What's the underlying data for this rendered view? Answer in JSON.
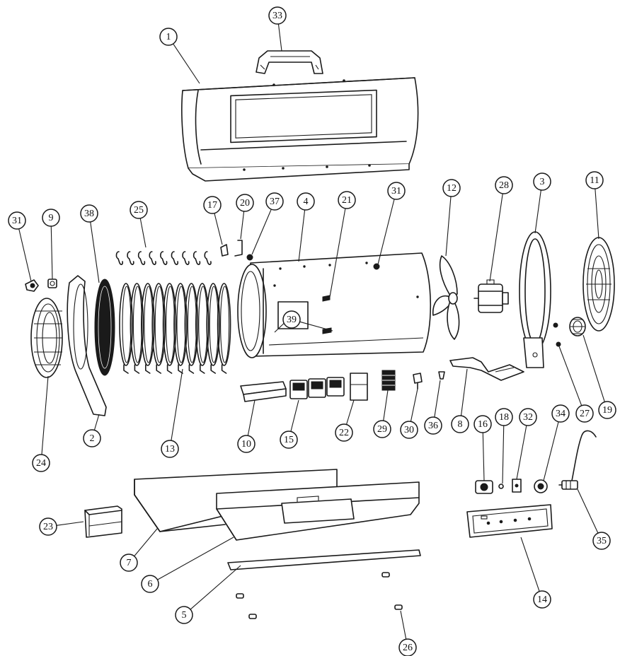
{
  "diagram": {
    "colors": {
      "ink": "#1a1a1a",
      "paper": "#ffffff"
    },
    "callouts": [
      {
        "id": "c1",
        "label": "1"
      },
      {
        "id": "c33",
        "label": "33"
      },
      {
        "id": "c31a",
        "label": "31"
      },
      {
        "id": "c9",
        "label": "9"
      },
      {
        "id": "c38",
        "label": "38"
      },
      {
        "id": "c25",
        "label": "25"
      },
      {
        "id": "c17",
        "label": "17"
      },
      {
        "id": "c20",
        "label": "20"
      },
      {
        "id": "c37",
        "label": "37"
      },
      {
        "id": "c4",
        "label": "4"
      },
      {
        "id": "c21",
        "label": "21"
      },
      {
        "id": "c31b",
        "label": "31"
      },
      {
        "id": "c12",
        "label": "12"
      },
      {
        "id": "c28",
        "label": "28"
      },
      {
        "id": "c3",
        "label": "3"
      },
      {
        "id": "c11",
        "label": "11"
      },
      {
        "id": "c39",
        "label": "39"
      },
      {
        "id": "c24",
        "label": "24"
      },
      {
        "id": "c2",
        "label": "2"
      },
      {
        "id": "c13",
        "label": "13"
      },
      {
        "id": "c10",
        "label": "10"
      },
      {
        "id": "c15",
        "label": "15"
      },
      {
        "id": "c22",
        "label": "22"
      },
      {
        "id": "c29",
        "label": "29"
      },
      {
        "id": "c30",
        "label": "30"
      },
      {
        "id": "c36",
        "label": "36"
      },
      {
        "id": "c8",
        "label": "8"
      },
      {
        "id": "c27",
        "label": "27"
      },
      {
        "id": "c19",
        "label": "19"
      },
      {
        "id": "c16",
        "label": "16"
      },
      {
        "id": "c18",
        "label": "18"
      },
      {
        "id": "c32",
        "label": "32"
      },
      {
        "id": "c34",
        "label": "34"
      },
      {
        "id": "c35",
        "label": "35"
      },
      {
        "id": "c23",
        "label": "23"
      },
      {
        "id": "c7",
        "label": "7"
      },
      {
        "id": "c6",
        "label": "6"
      },
      {
        "id": "c14",
        "label": "14"
      },
      {
        "id": "c5",
        "label": "5"
      },
      {
        "id": "c26",
        "label": "26"
      }
    ]
  }
}
